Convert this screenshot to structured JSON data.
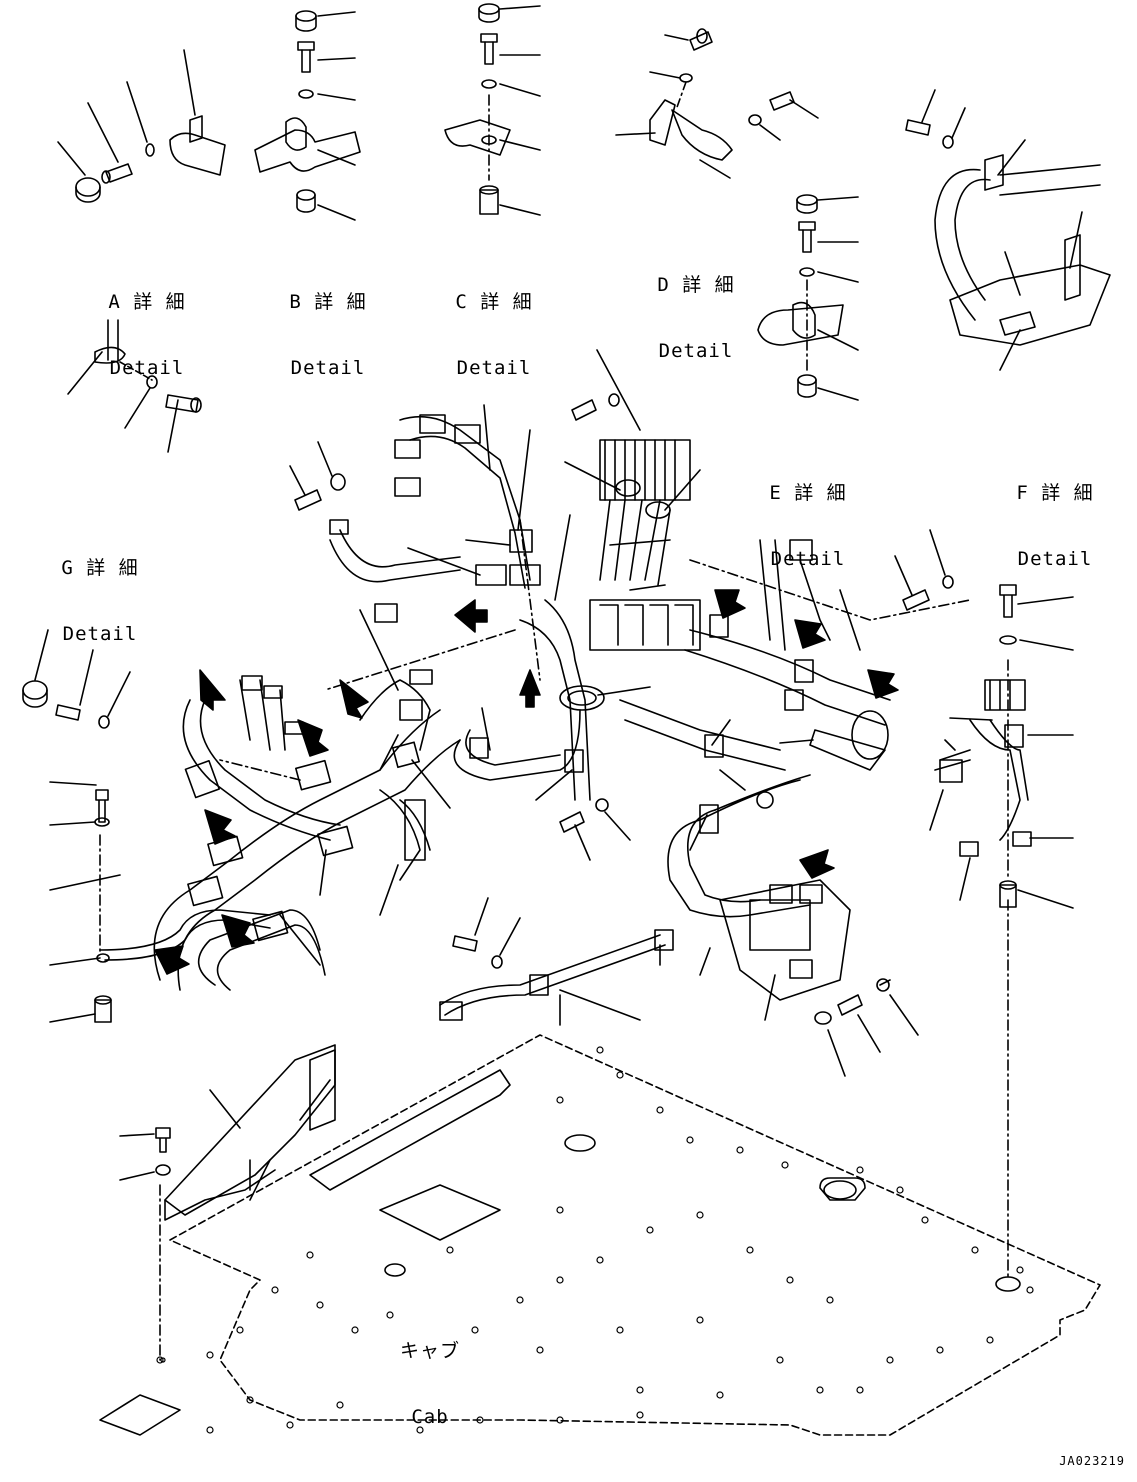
{
  "details": [
    {
      "id": "A",
      "jp": "A 詳 細",
      "en": "Detail"
    },
    {
      "id": "B",
      "jp": "B 詳 細",
      "en": "Detail"
    },
    {
      "id": "C",
      "jp": "C 詳 細",
      "en": "Detail"
    },
    {
      "id": "D",
      "jp": "D 詳 細",
      "en": "Detail"
    },
    {
      "id": "E",
      "jp": "E 詳 細",
      "en": "Detail"
    },
    {
      "id": "F",
      "jp": "F 詳 細",
      "en": "Detail"
    },
    {
      "id": "G",
      "jp": "G 詳 細",
      "en": "Detail"
    }
  ],
  "cab": {
    "jp": "キャブ",
    "en": "Cab"
  },
  "drawing_code": "JA023219"
}
